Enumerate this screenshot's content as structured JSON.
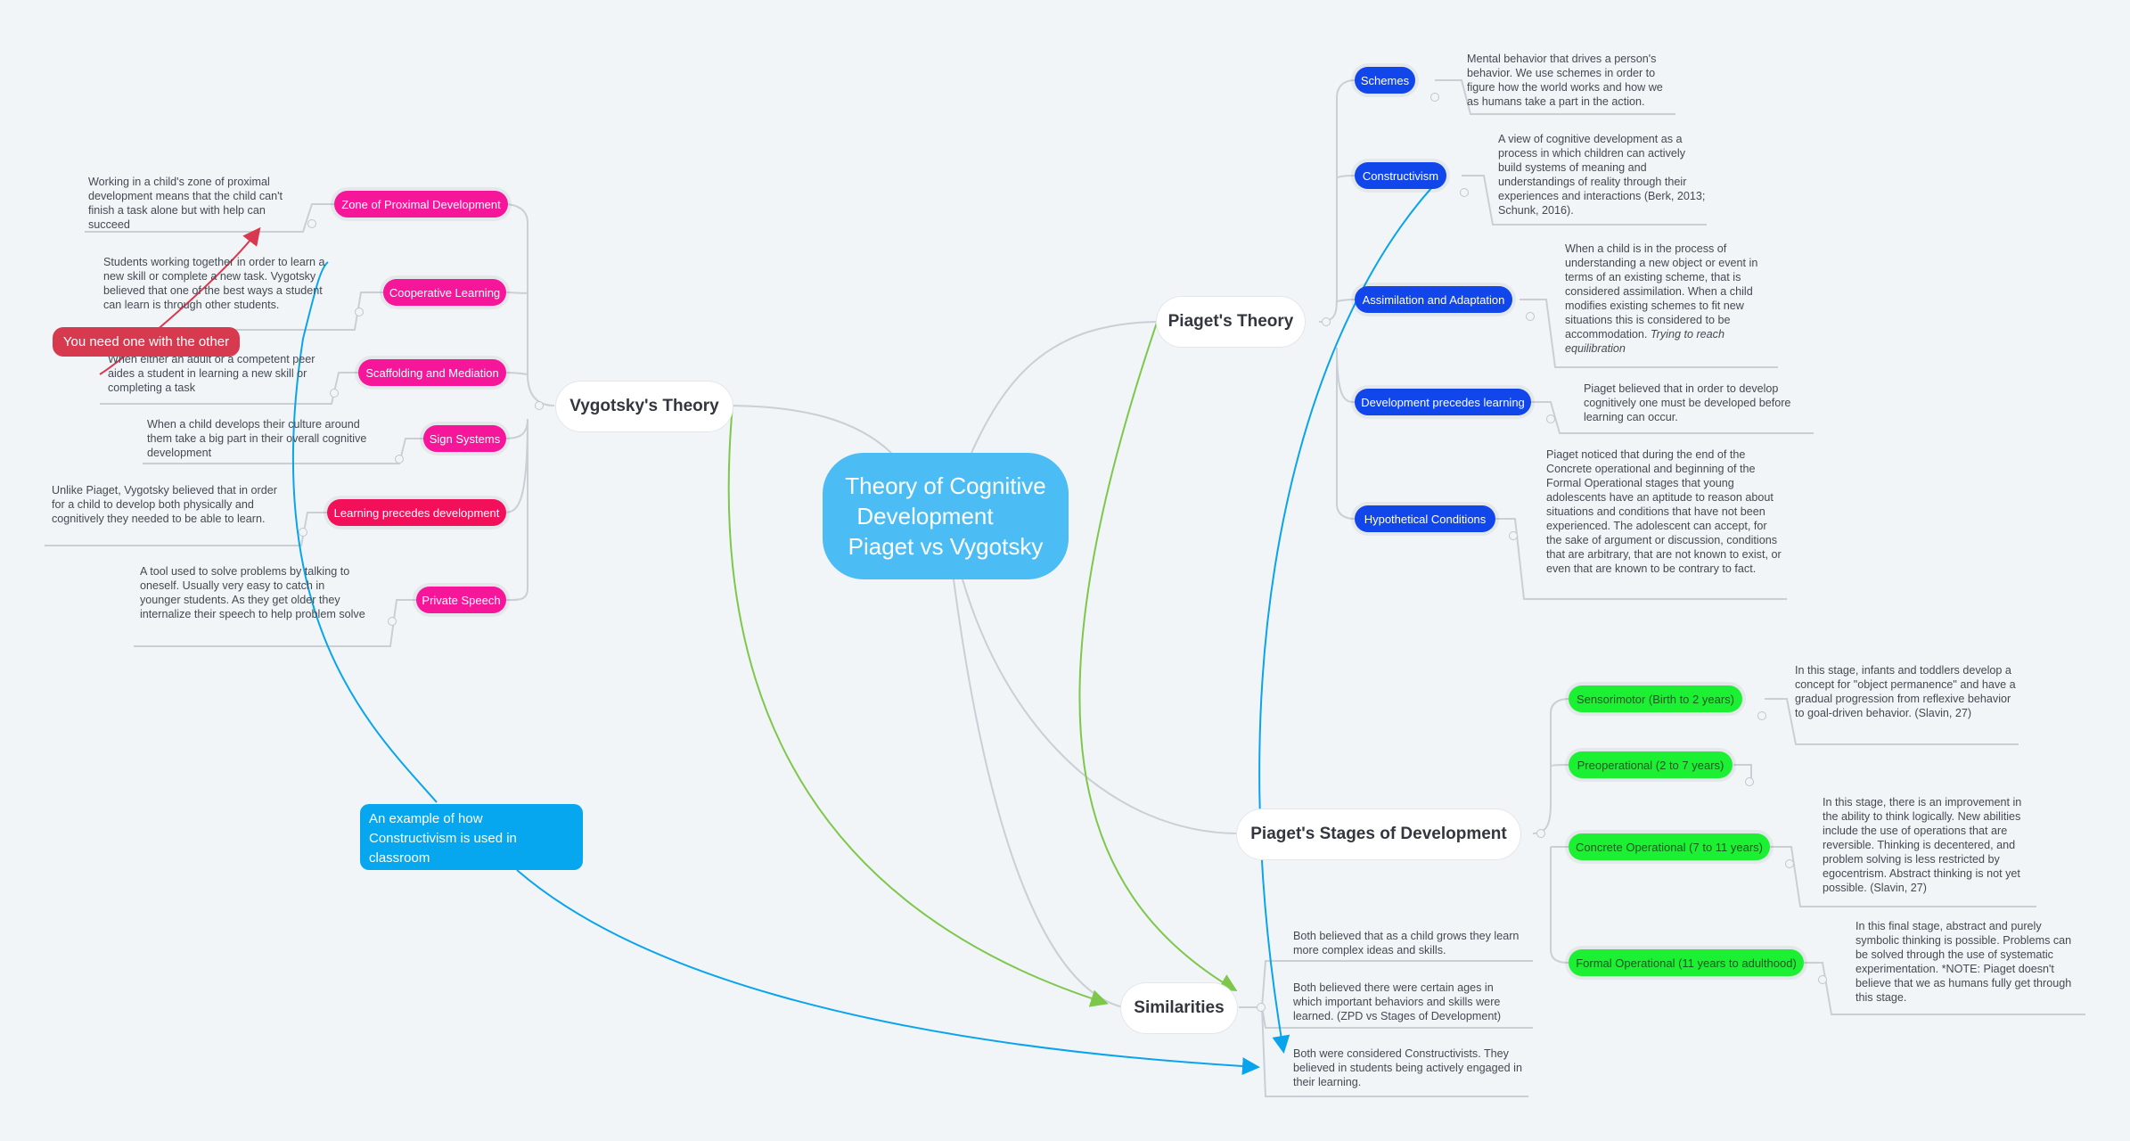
{
  "central": {
    "line1": "Theory of Cognitive",
    "line2": "Development",
    "line3": "Piaget vs Vygotsky"
  },
  "vygotsky": {
    "title": "Vygotsky's Theory",
    "topics": [
      {
        "label": "Zone of Proximal Development",
        "desc": "Working in a child's zone of proximal development means that the child can't finish a task alone but with help can succeed"
      },
      {
        "label": "Cooperative Learning",
        "desc": "Students working together in order to learn a new skill or complete a new task. Vygotsky believed that one of the best ways a student can learn is through other students."
      },
      {
        "label": "Scaffolding and Mediation",
        "desc": "When either an adult or a competent peer aides a student in learning a new skill or completing a task"
      },
      {
        "label": "Sign Systems",
        "desc": "When a child develops their culture around them take a big part in their overall cognitive development"
      },
      {
        "label": "Learning precedes development",
        "desc": "Unlike Piaget, Vygotsky believed that in order for a child to develop both physically and cognitively they needed to be able to learn."
      },
      {
        "label": "Private Speech",
        "desc": "A tool used to solve problems by talking to oneself. Usually very easy to catch in younger students. As they get older they internalize their speech to help problem solve"
      }
    ]
  },
  "piaget": {
    "title": "Piaget's Theory",
    "topics": [
      {
        "label": "Schemes",
        "desc": "Mental behavior that drives a person's behavior. We use schemes in order to figure how the world works and how we as humans take a part in the action."
      },
      {
        "label": "Constructivism",
        "desc": "A view of cognitive development as a process in which children can actively build systems of meaning and understandings of reality through their experiences and interactions (Berk, 2013; Schunk, 2016)."
      },
      {
        "label": "Assimilation and Adaptation",
        "desc": "When a child is in the process of understanding a new object or event in terms of an existing scheme, that is considered assimilation. When a child modifies existing schemes to fit new situations this is considered to be accommodation.",
        "desc_italic": "Trying to reach equilibration"
      },
      {
        "label": "Development precedes learning",
        "desc": "Piaget believed that in order to develop cognitively one must be developed before learning can occur."
      },
      {
        "label": "Hypothetical Conditions",
        "desc": "Piaget noticed that during the end of the Concrete operational and beginning of the Formal Operational stages that young adolescents have an aptitude to reason about situations and conditions that have not been experienced. The adolescent can accept, for the sake of argument or discussion, conditions that are arbitrary, that are not known to exist, or even that are known to be contrary to fact."
      }
    ]
  },
  "stages": {
    "title": "Piaget's Stages of Development",
    "topics": [
      {
        "label": "Sensorimotor (Birth to 2 years)",
        "desc": "In this stage, infants and toddlers develop a concept for \"object permanence\" and have a gradual progression from reflexive behavior to goal-driven behavior. (Slavin, 27)"
      },
      {
        "label": "Preoperational (2 to 7 years)",
        "desc": ""
      },
      {
        "label": "Concrete Operational (7 to 11 years)",
        "desc": "In this stage, there is an improvement in the ability to think logically. New abilities include the use of operations that are reversible. Thinking is decentered, and problem solving is less restricted by egocentrism. Abstract thinking is not yet possible. (Slavin, 27)"
      },
      {
        "label": "Formal Operational (11 years to adulthood)",
        "desc": "In this final stage, abstract and purely symbolic thinking is possible. Problems can be solved through the use of systematic experimentation. *NOTE: Piaget doesn't believe that we as humans fully get through this stage."
      }
    ]
  },
  "similarities": {
    "title": "Similarities",
    "items": [
      "Both believed that as a child grows they learn more complex ideas and skills.",
      "Both believed there were certain ages in which important behaviors and skills were learned. (ZPD vs Stages of Development)",
      "Both were considered Constructivists. They believed in students being actively engaged in their learning."
    ]
  },
  "callouts": {
    "red": "You need one with the other",
    "blue": "An example of how Constructivism is used in classroom"
  },
  "colors": {
    "background": "#f1f5f8",
    "central": "#4bbdf4",
    "vygotsky_topic": "#f5169a",
    "vygotsky_topic_alt": "#f2105a",
    "piaget_topic": "#1046ea",
    "stage_topic": "#1cf032",
    "relation_green": "#7dc84a",
    "relation_blue": "#0aa4ec",
    "relation_red": "#d73a4f"
  }
}
